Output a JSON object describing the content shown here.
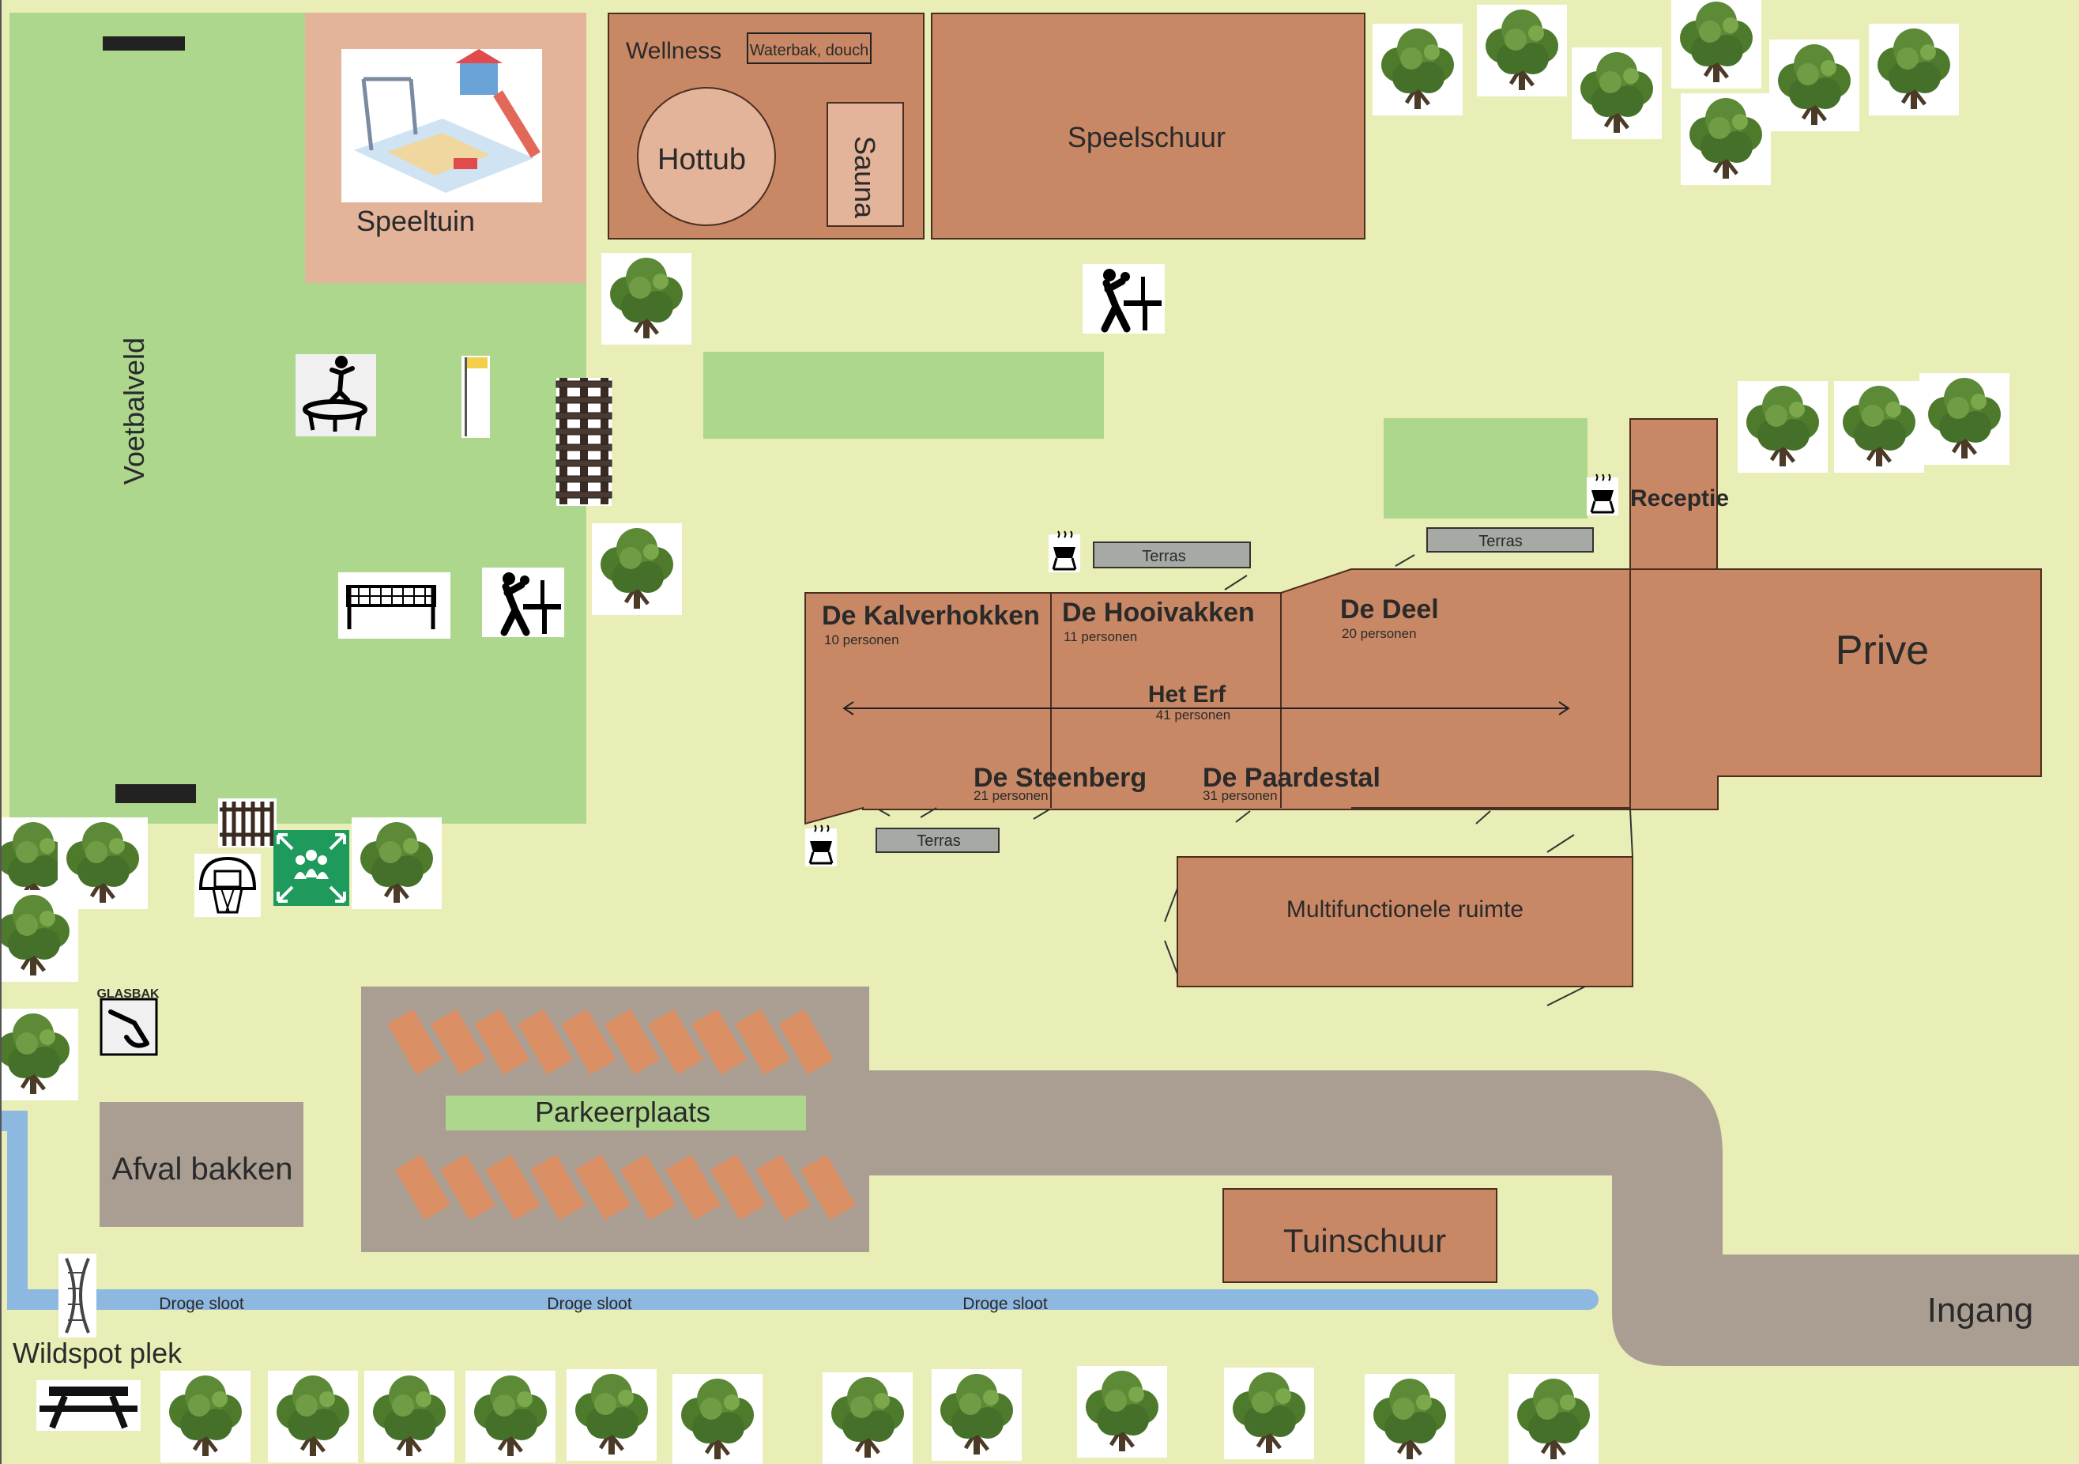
{
  "labels": {
    "voetbalveld": "Voetbalveld",
    "speeltuin": "Speeltuin",
    "wellness": "Wellness",
    "waterbak": "Waterbak, douch",
    "hottub": "Hottub",
    "sauna": "Sauna",
    "speelschuur": "Speelschuur",
    "receptie": "Receptie",
    "prive": "Prive",
    "multifunctioneel": "Multifunctionele ruimte",
    "parkeerplaats": "Parkeerplaats",
    "afval": "Afval bakken",
    "tuinschuur": "Tuinschuur",
    "ingang": "Ingang",
    "wildspot": "Wildspot plek",
    "glasbak": "GLASBAK"
  },
  "units": [
    {
      "name": "De Kalverhokken",
      "capacity": "10 personen"
    },
    {
      "name": "De Hooivakken",
      "capacity": "11 personen"
    },
    {
      "name": "De Deel",
      "capacity": "20 personen"
    },
    {
      "name": "Het Erf",
      "capacity": "41 personen"
    },
    {
      "name": "De Steenberg",
      "capacity": "21 personen"
    },
    {
      "name": "De Paardestal",
      "capacity": "31 personen"
    }
  ],
  "terraces": [
    "Terras",
    "Terras",
    "Terras"
  ],
  "ditch_labels": [
    "Droge sloot",
    "Droge sloot",
    "Droge sloot"
  ],
  "colors": {
    "background": "#e9eeb6",
    "grass": "#aed78e",
    "building": "#c98865",
    "playground": "#e3b39a",
    "road": "#aa9e93",
    "ditch": "#8db8df",
    "terrace": "#a7a9a4",
    "parking_spot": "#d98e63"
  }
}
